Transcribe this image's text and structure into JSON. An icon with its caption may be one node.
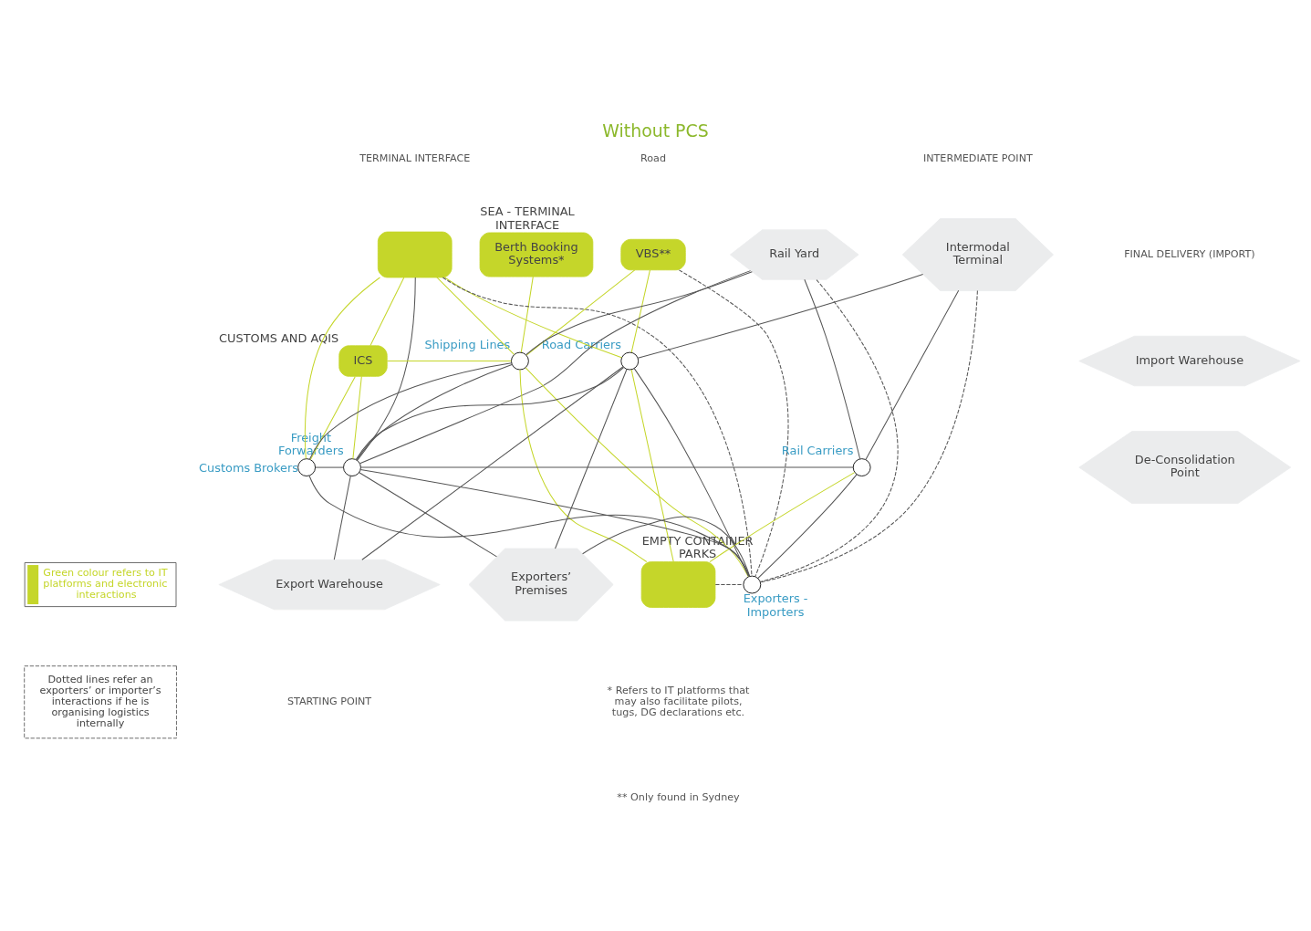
{
  "diagram": {
    "title": "Without PCS",
    "nodes": [
      {
        "text": [
          "Berth Booking Systems*"
        ],
        "beside": [
          "SEA - TERMINAL INTERFACE"
        ]
      },
      {
        "text": [],
        "shape": "box"
      },
      {
        "text": [
          "VBS**"
        ]
      },
      {
        "text": [
          "Rail Yard"
        ]
      },
      {
        "text": [
          "Intermodal Terminal"
        ]
      },
      {
        "text": [
          "ICS"
        ],
        "beside": [
          "CUSTOMS AND AQIS"
        ]
      },
      {
        "text": [],
        "shape": "circle",
        "beside": [
          "Shipping Lines"
        ]
      },
      {
        "text": [],
        "shape": "circle",
        "beside": [
          "Road Carriers"
        ]
      },
      {
        "text": [],
        "shape": "circle",
        "beside": [
          "Freight Forwarders"
        ]
      },
      {
        "text": [],
        "shape": "circle",
        "beside": [
          "Rail Carriers"
        ]
      },
      {
        "text": [],
        "shape": "circle",
        "beside": [
          "Customs Brokers"
        ]
      },
      {
        "text": [
          "Import Warehouse"
        ]
      },
      {
        "text": [
          "De-Consolidation Point"
        ]
      },
      {
        "text": [],
        "shape": "box",
        "beside": [
          "EMPTY CONTAINER PARKS"
        ]
      },
      {
        "text": [
          "Export Warehouse"
        ]
      },
      {
        "text": [
          "Exporters’ Premises"
        ]
      },
      {
        "text": [],
        "shape": "circle",
        "beside": [
          "Exporters - Importers"
        ]
      }
    ],
    "edges": [
      {
        "from": 0,
        "to": 6,
        "arrow": "none",
        "color": "#c5d62a"
      },
      {
        "from": 1,
        "to": 5,
        "arrow": "none",
        "color": "#c5d62a"
      },
      {
        "from": 1,
        "to": 6,
        "arrow": "none",
        "color": "#c5d62a"
      },
      {
        "from": 1,
        "to": 10,
        "arrow": "none",
        "color": "#c5d62a"
      },
      {
        "from": 1,
        "to": 8,
        "arrow": "none"
      },
      {
        "from": 1,
        "to": 16,
        "arrow": "none",
        "style": "dashed"
      },
      {
        "from": 1,
        "to": 7,
        "arrow": "none",
        "color": "#c5d62a"
      },
      {
        "from": 2,
        "to": 6,
        "arrow": "none",
        "color": "#c5d62a"
      },
      {
        "from": 2,
        "to": 7,
        "arrow": "none",
        "color": "#c5d62a"
      },
      {
        "from": 2,
        "to": 16,
        "arrow": "none",
        "style": "dashed"
      },
      {
        "from": 3,
        "to": 6,
        "arrow": "none"
      },
      {
        "from": 3,
        "to": 8,
        "arrow": "none"
      },
      {
        "from": 3,
        "to": 16,
        "arrow": "none",
        "style": "dashed"
      },
      {
        "from": 3,
        "to": 9,
        "arrow": "none"
      },
      {
        "from": 4,
        "to": 7,
        "arrow": "none"
      },
      {
        "from": 4,
        "to": 16,
        "arrow": "none",
        "style": "dashed"
      },
      {
        "from": 4,
        "to": 9,
        "arrow": "none"
      },
      {
        "from": 5,
        "to": 6,
        "arrow": "none",
        "color": "#c5d62a"
      },
      {
        "from": 5,
        "to": 8,
        "arrow": "none",
        "color": "#c5d62a"
      },
      {
        "from": 5,
        "to": 10,
        "arrow": "none",
        "color": "#c5d62a"
      },
      {
        "from": 6,
        "to": 10,
        "arrow": "none"
      },
      {
        "from": 6,
        "to": 8,
        "arrow": "none"
      },
      {
        "from": 6,
        "to": 16,
        "arrow": "none",
        "color": "#c5d62a"
      },
      {
        "from": 6,
        "to": 13,
        "arrow": "none",
        "color": "#c5d62a"
      },
      {
        "from": 7,
        "to": 13,
        "arrow": "none",
        "color": "#c5d62a"
      },
      {
        "from": 7,
        "to": 8,
        "arrow": "none"
      },
      {
        "from": 7,
        "to": 14,
        "arrow": "none"
      },
      {
        "from": 7,
        "to": 15,
        "arrow": "none"
      },
      {
        "from": 7,
        "to": 16,
        "arrow": "none"
      },
      {
        "from": 10,
        "to": 8,
        "arrow": "none"
      },
      {
        "from": 10,
        "to": 16,
        "arrow": "none"
      },
      {
        "from": 8,
        "to": 9,
        "arrow": "none"
      },
      {
        "from": 8,
        "to": 16,
        "arrow": "none"
      },
      {
        "from": 8,
        "to": 14,
        "arrow": "none"
      },
      {
        "from": 8,
        "to": 15,
        "arrow": "none"
      },
      {
        "from": 9,
        "to": 16,
        "arrow": "none"
      },
      {
        "from": 9,
        "to": 13,
        "arrow": "none",
        "color": "#c5d62a"
      },
      {
        "from": 15,
        "to": 16,
        "arrow": "none"
      },
      {
        "from": 13,
        "to": 16,
        "arrow": "none",
        "style": "dashed"
      }
    ],
    "labels": [
      "TERMINAL INTERFACE",
      "Road",
      "INTERMEDIATE POINT",
      "FINAL DELIVERY (IMPORT)",
      "STARTING POINT",
      "* Refers to IT platforms that may also facilitate pilots, tugs, DG declarations etc.",
      "** Only found in Sydney"
    ],
    "legend": [
      {
        "text": "Green colour refers to IT platforms and electronic interactions",
        "color": "#c5d62a"
      },
      {
        "text": "Dotted lines refer an exporters’ or importer’s interactions if he is organising logistics internally"
      }
    ]
  }
}
